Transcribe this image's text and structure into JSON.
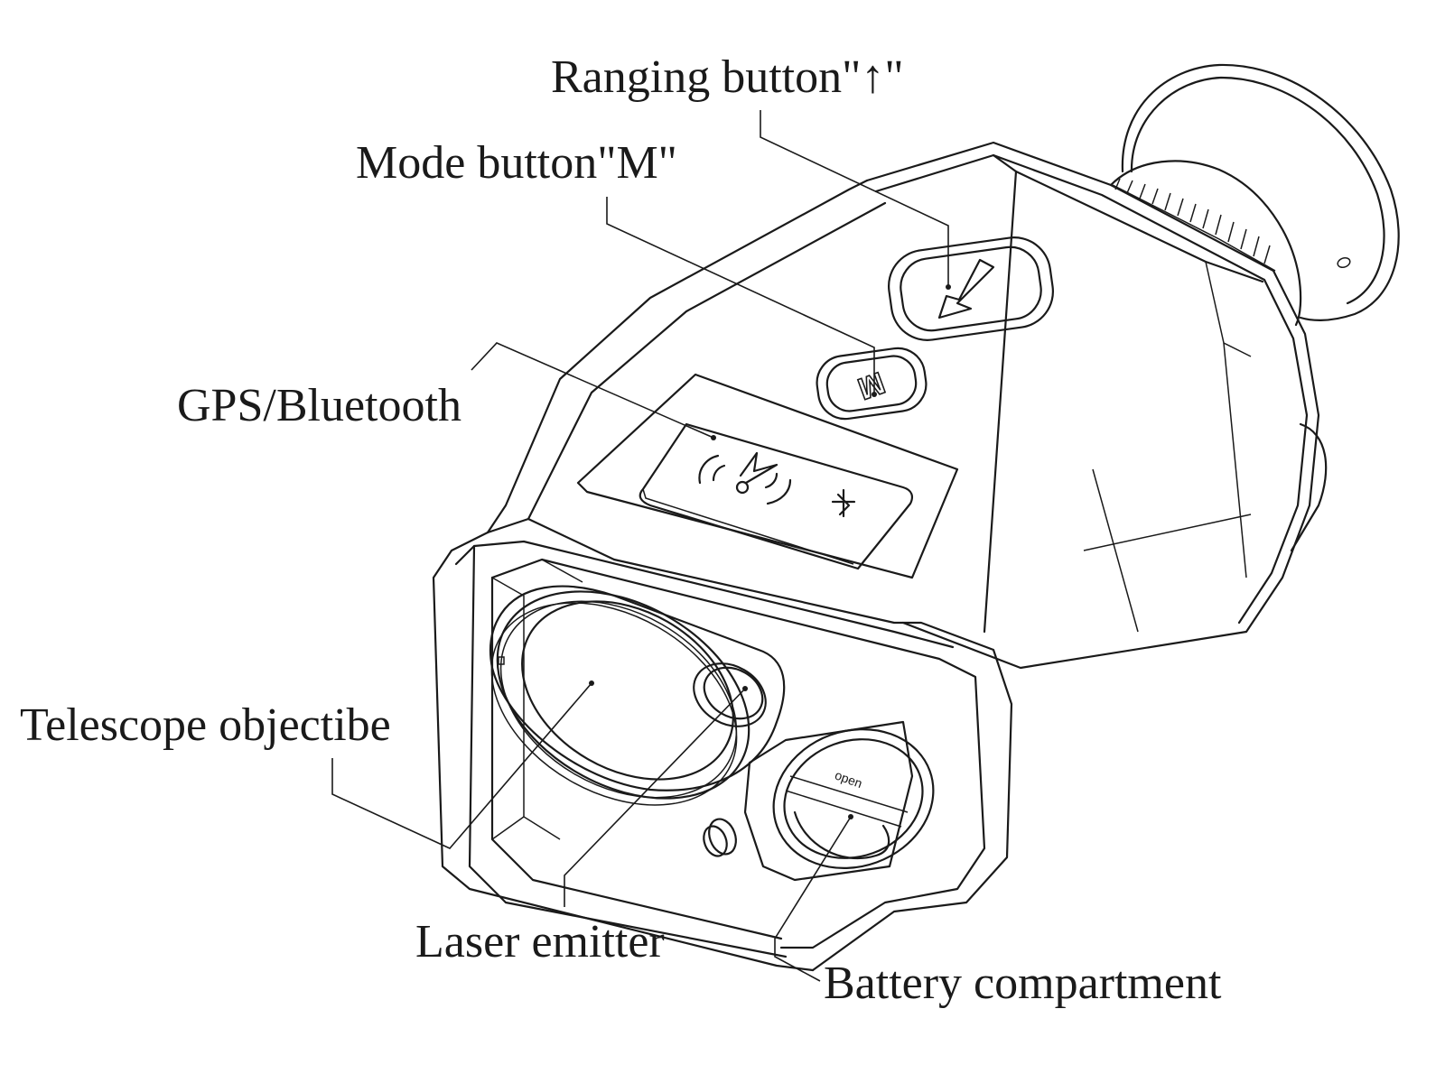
{
  "title": "Laser rangefinder parts diagram",
  "labels": {
    "ranging_button": "Ranging button\"↑\"",
    "mode_button": "Mode button\"M\"",
    "gps_bluetooth": "GPS/Bluetooth",
    "telescope_objective": "Telescope objectibe",
    "laser_emitter": "Laser emitter",
    "battery_compartment": "Battery compartment"
  },
  "device_markings": {
    "mode_key_glyph": "M",
    "battery_cap_text": "open"
  },
  "colors": {
    "line": "#1a1a1a",
    "background": "#ffffff"
  }
}
